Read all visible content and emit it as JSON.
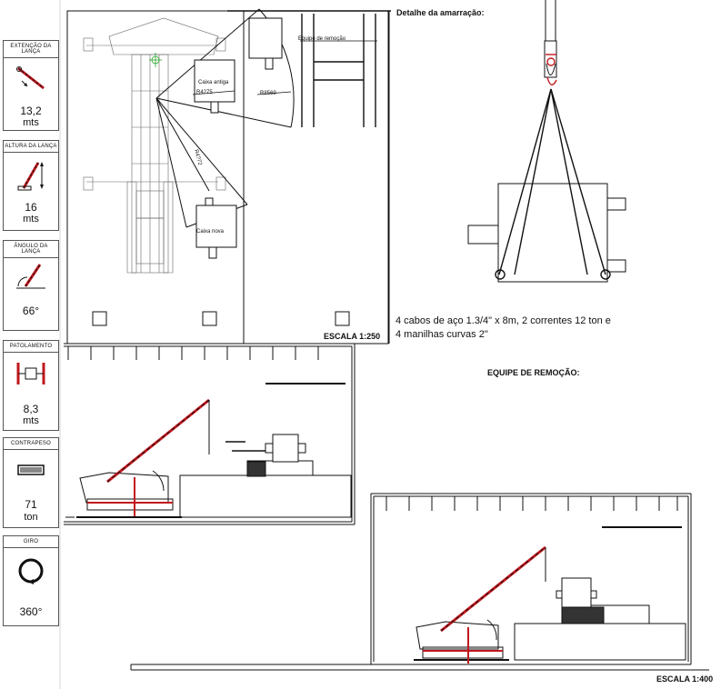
{
  "panels": [
    {
      "header": "EXTENÇÃO DA LANÇA",
      "value": "13,2",
      "unit": "mts",
      "icon": "boom-extension-icon"
    },
    {
      "header": "ALTURA DA LANÇA",
      "value": "16",
      "unit": "mts",
      "icon": "boom-height-icon"
    },
    {
      "header": "ÂNGULO DA LANÇA",
      "value": "66°",
      "unit": "",
      "icon": "boom-angle-icon"
    },
    {
      "header": "PATOLAMENTO",
      "value": "8,3",
      "unit": "mts",
      "icon": "outrigger-icon"
    },
    {
      "header": "CONTRAPESO",
      "value": "71",
      "unit": "ton",
      "icon": "counterweight-icon"
    },
    {
      "header": "GIRO",
      "value": "360°",
      "unit": "",
      "icon": "rotation-icon"
    }
  ],
  "plan": {
    "label_equipe": "Equipe de remoção",
    "label_caixa_antiga": "Caixa antiga",
    "label_caixa_nova": "Caixa nova",
    "radius_1": "R4275",
    "radius_2": "R8569",
    "radius_3": "R4?72",
    "scale": "ESCALA  1:250"
  },
  "rigging": {
    "title": "Detalhe  da  amarração:",
    "note_line1": "4 cabos de aço 1.3/4\" x 8m, 2 correntes 12 ton e",
    "note_line2": "4 manilhas curvas 2\""
  },
  "elevation": {
    "title": "EQUIPE  DE  REMOÇÃO:",
    "scale": "ESCALA  1:400"
  },
  "colors": {
    "boom_red": "#c0181e",
    "line": "#111111",
    "plan_green": "#2aa82a"
  }
}
